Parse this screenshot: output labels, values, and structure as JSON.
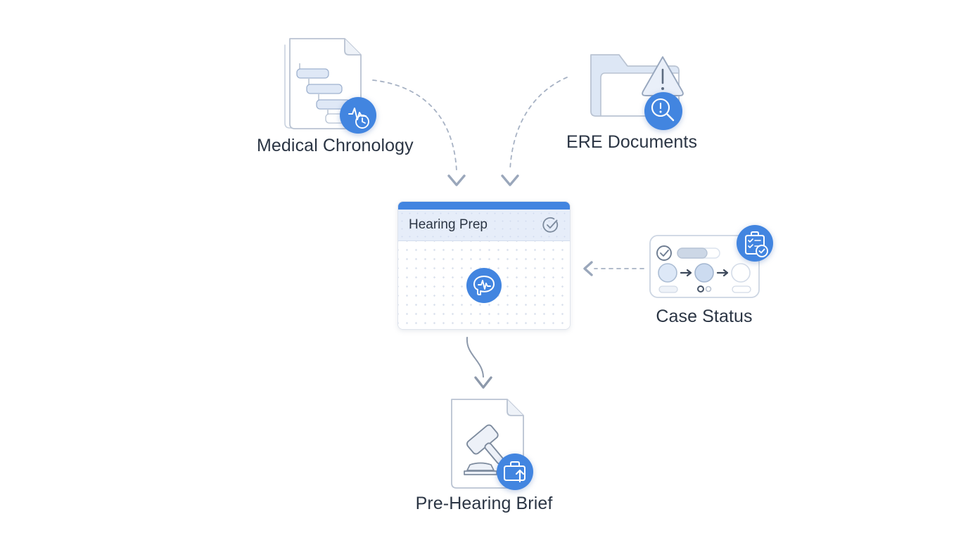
{
  "diagram": {
    "title": "Hearing Prep workflow diagram",
    "background_color": "#ffffff",
    "accent_color": "#4285e0",
    "label_color": "#2b3544",
    "line_color": "#9aa7bb"
  },
  "center_card": {
    "name": "hearing-prep-card",
    "title": "Hearing Prep",
    "topbar_color": "#4285e0",
    "header_background": "#e6edf9",
    "status_icon": "check-circle-icon",
    "center_icon": "brain-pulse-icon"
  },
  "nodes": [
    {
      "id": "medical-chronology",
      "label": "Medical Chronology",
      "icon": "document-timeline-icon",
      "badge_icon": "pulse-clock-icon"
    },
    {
      "id": "ere-documents",
      "label": "ERE Documents",
      "icon": "folder-warning-icon",
      "badge_icon": "search-alert-icon"
    },
    {
      "id": "case-status",
      "label": "Case Status",
      "icon": "status-workflow-card-icon",
      "badge_icon": "clipboard-check-icon"
    },
    {
      "id": "pre-hearing-brief",
      "label": "Pre-Hearing Brief",
      "icon": "gavel-document-icon",
      "badge_icon": "briefcase-upload-icon"
    }
  ],
  "connectors": [
    {
      "id": "medical-chronology-to-hearing-prep",
      "from": "medical-chronology",
      "to": "hearing-prep-card",
      "style": "dashed",
      "arrow": "chevron-down"
    },
    {
      "id": "ere-documents-to-hearing-prep",
      "from": "ere-documents",
      "to": "hearing-prep-card",
      "style": "dashed",
      "arrow": "chevron-down"
    },
    {
      "id": "case-status-to-hearing-prep",
      "from": "case-status",
      "to": "hearing-prep-card",
      "style": "dashed",
      "arrow": "chevron-left"
    },
    {
      "id": "hearing-prep-to-pre-hearing-brief",
      "from": "hearing-prep-card",
      "to": "pre-hearing-brief",
      "style": "solid",
      "arrow": "chevron-down"
    }
  ]
}
